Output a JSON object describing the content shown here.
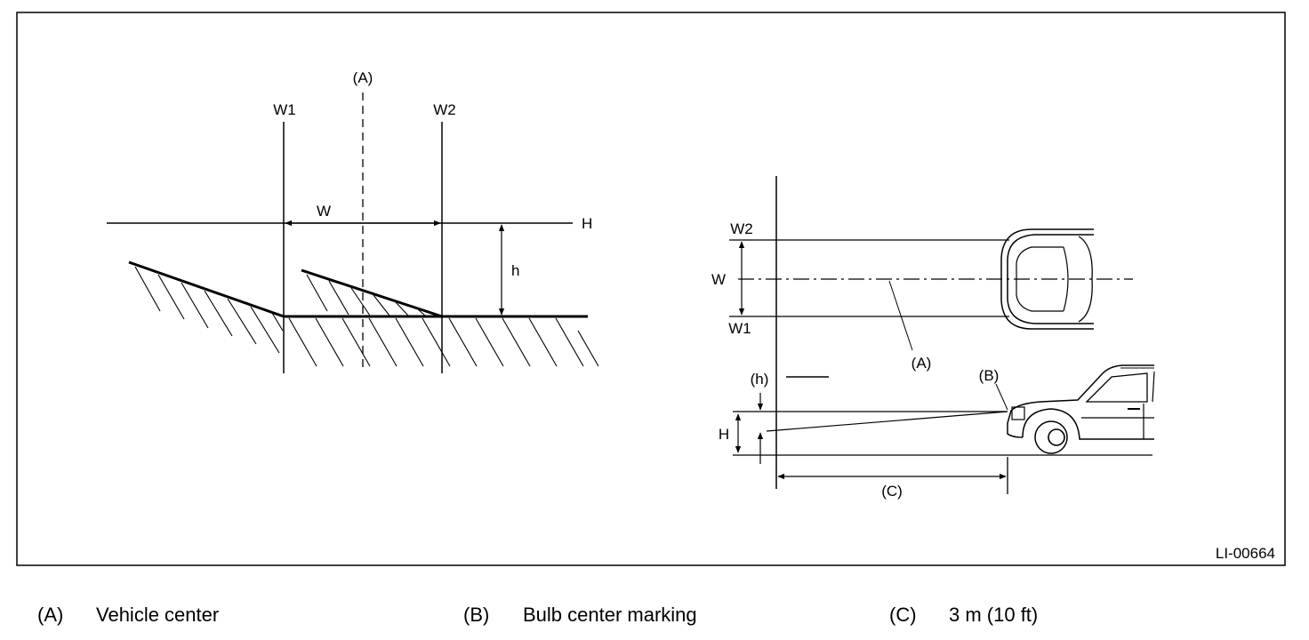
{
  "figure": {
    "id": "LI-00664",
    "left_diagram": {
      "label_a": "(A)",
      "label_w1": "W1",
      "label_w2": "W2",
      "label_w": "W",
      "label_big_h": "H",
      "label_small_h": "h"
    },
    "right_diagram": {
      "label_w2": "W2",
      "label_w": "W",
      "label_w1": "W1",
      "label_a": "(A)",
      "label_b": "(B)",
      "label_h_paren": "(h)",
      "label_big_h": "H",
      "label_c": "(C)"
    }
  },
  "legend": [
    {
      "key": "(A)",
      "text": "Vehicle center"
    },
    {
      "key": "(B)",
      "text": "Bulb center marking"
    },
    {
      "key": "(C)",
      "text": "3 m (10 ft)"
    }
  ]
}
